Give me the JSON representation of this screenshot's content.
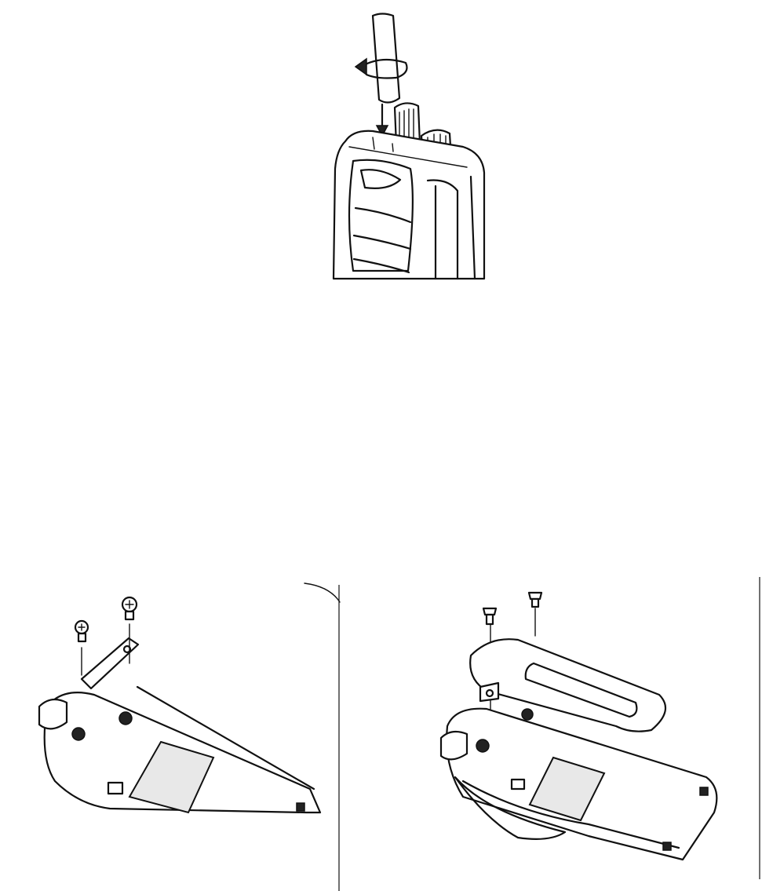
{
  "figures": [
    {
      "id": "antenna-install",
      "icon": "antenna-rotate-icon"
    },
    {
      "id": "belt-clip-plate-removal",
      "icon": "screw-icon"
    },
    {
      "id": "belt-clip-attach",
      "icon": "belt-clip-icon"
    }
  ],
  "colors": {
    "ink": "#111111",
    "paper": "#ffffff"
  }
}
